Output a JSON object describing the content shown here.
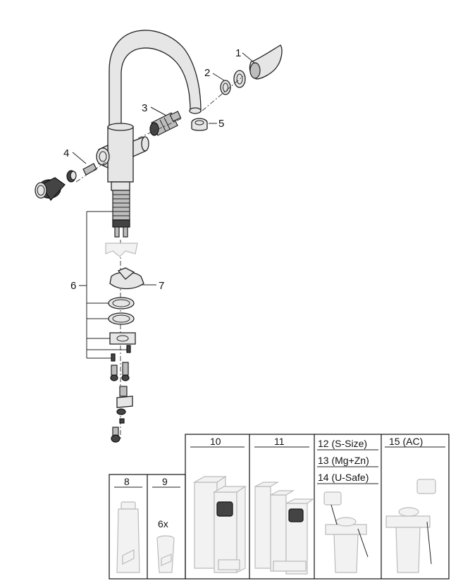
{
  "callouts": {
    "c1": "1",
    "c2": "2",
    "c3": "3",
    "c4": "4",
    "c5": "5",
    "c6": "6",
    "c7": "7"
  },
  "table": {
    "headers": {
      "h8": "8",
      "h9": "9",
      "h10": "10",
      "h11": "11",
      "h12": "12 (S-Size)",
      "h13": "13 (Mg+Zn)",
      "h14": "14 (U-Safe)",
      "h15": "15 (AC)"
    },
    "quantity_9": "6x"
  }
}
